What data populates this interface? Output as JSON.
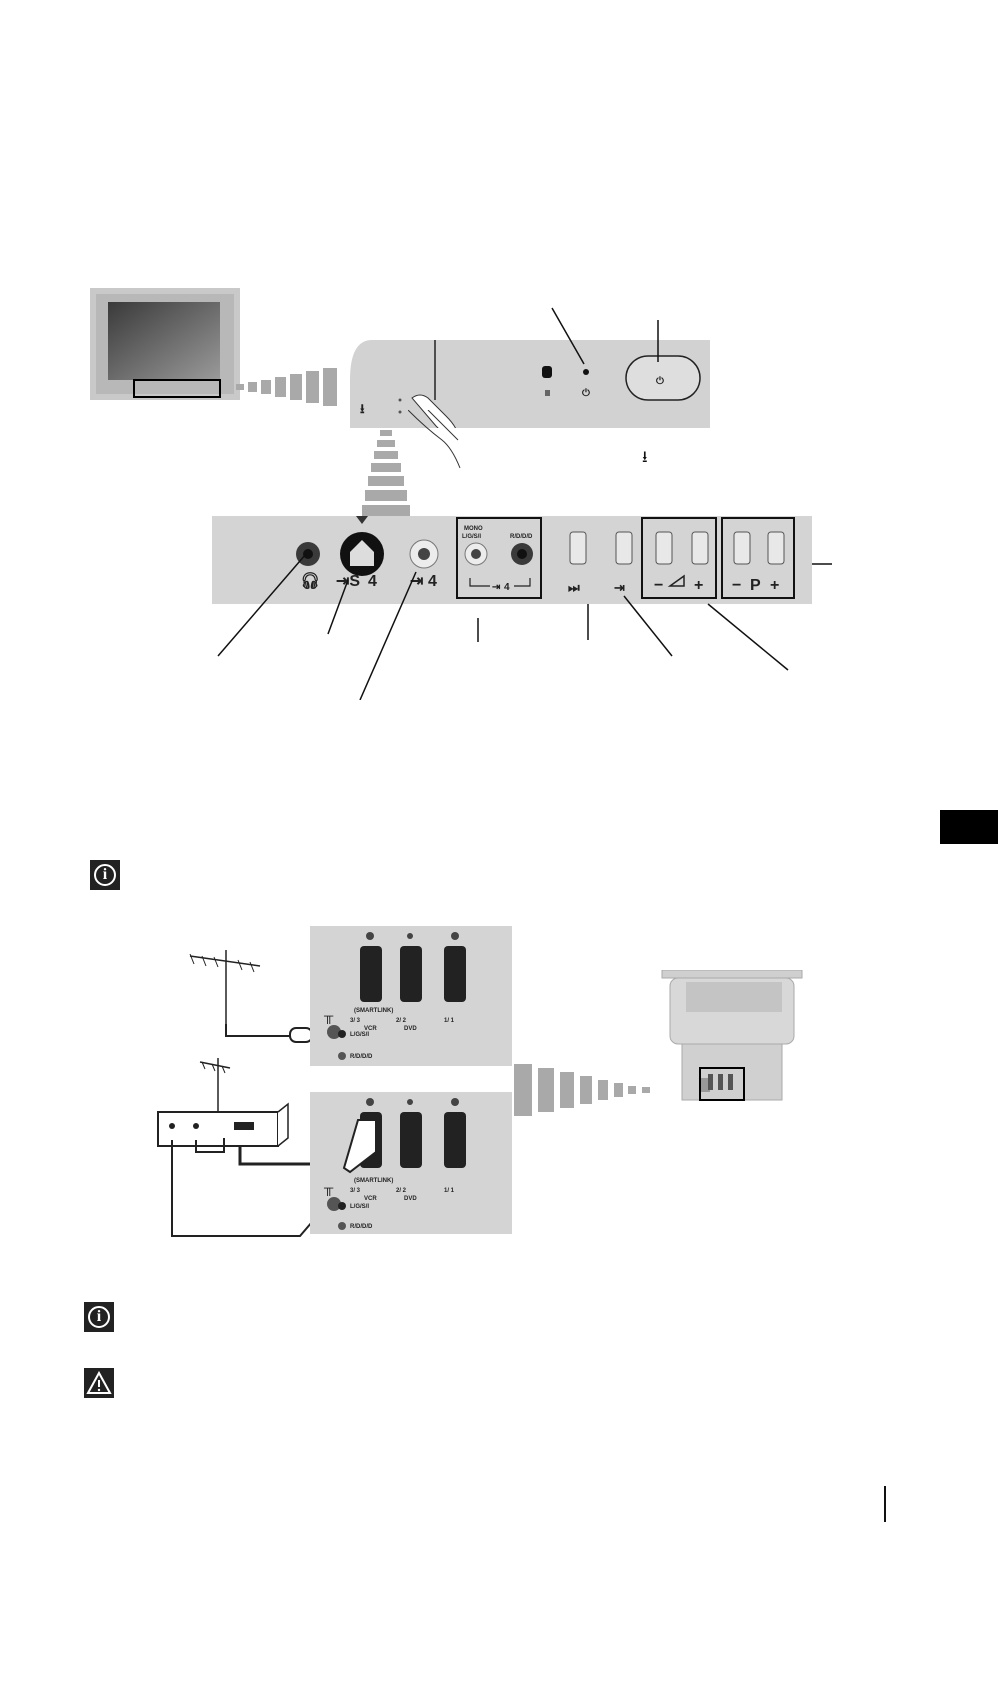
{
  "front_panel": {
    "mono_label": "MONO",
    "l_label": "L/G/S/I",
    "r_label": "R/D/D/D",
    "input4_label": "4",
    "s4_label": "4",
    "av4_label": "4",
    "p_label": "P",
    "minus": "−",
    "plus": "+"
  },
  "rear_panel": {
    "smartlink": "(SMARTLINK)",
    "scart3": "3/ 3",
    "scart2": "2/ 2",
    "scart1": "1/ 1",
    "vcr": "VCR",
    "dvd": "DVD",
    "l_label": "L/G/S/I",
    "r_label": "R/D/D/D"
  },
  "colors": {
    "panel": "#d4d4d4",
    "tab": "#000000"
  }
}
